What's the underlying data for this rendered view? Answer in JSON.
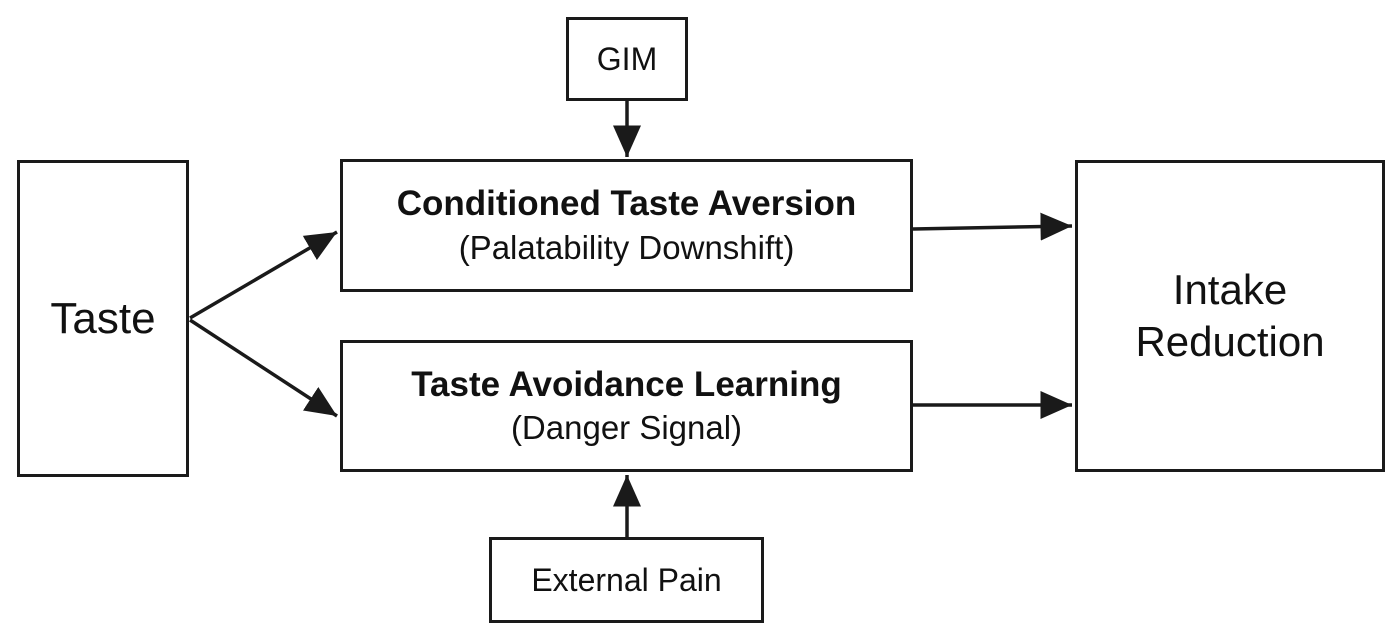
{
  "nodes": {
    "gim": {
      "label": "GIM"
    },
    "taste": {
      "label": "Taste"
    },
    "cta": {
      "title": "Conditioned Taste Aversion",
      "subtitle": "(Palatability Downshift)"
    },
    "tal": {
      "title": "Taste Avoidance Learning",
      "subtitle": "(Danger Signal)"
    },
    "intake": {
      "line1": "Intake",
      "line2": "Reduction"
    },
    "pain": {
      "label": "External Pain"
    }
  },
  "edges": [
    {
      "from": "gim",
      "to": "cta"
    },
    {
      "from": "taste",
      "to": "cta"
    },
    {
      "from": "taste",
      "to": "tal"
    },
    {
      "from": "cta",
      "to": "intake"
    },
    {
      "from": "tal",
      "to": "intake"
    },
    {
      "from": "pain",
      "to": "tal"
    }
  ],
  "colors": {
    "stroke": "#1a1a1a",
    "background": "#ffffff"
  }
}
